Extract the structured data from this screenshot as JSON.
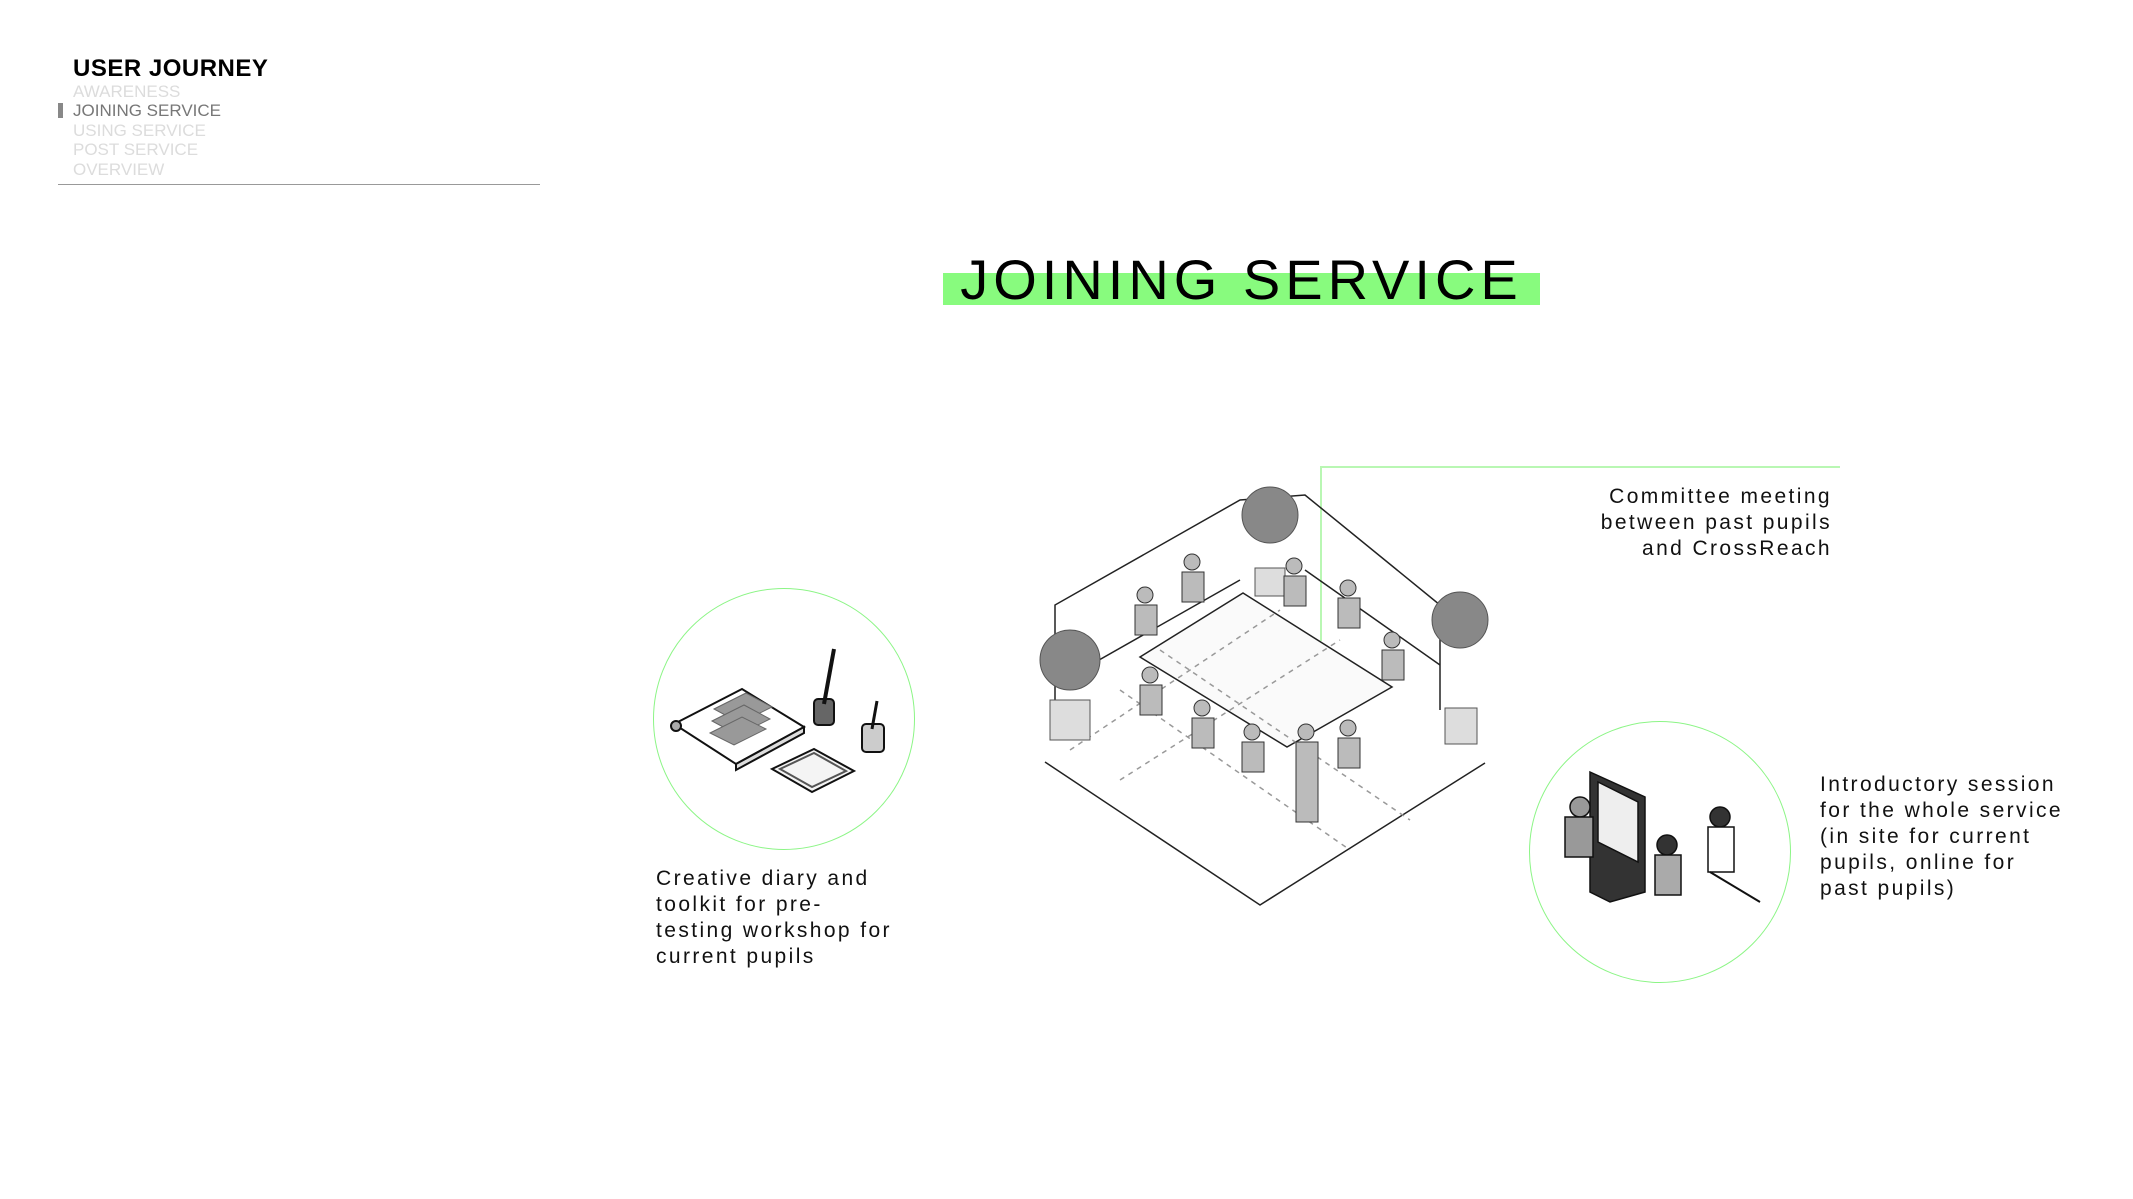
{
  "nav": {
    "title": "USER JOURNEY",
    "items": [
      {
        "label": "AWARENESS",
        "active": false
      },
      {
        "label": "JOINING SERVICE",
        "active": true
      },
      {
        "label": "USING SERVICE",
        "active": false
      },
      {
        "label": "POST SERVICE",
        "active": false
      },
      {
        "label": "OVERVIEW",
        "active": false
      }
    ]
  },
  "page": {
    "title": "JOINING SERVICE",
    "accent_color": "#88fb7e"
  },
  "touchpoints": {
    "toolkit": {
      "caption": "Creative diary and\ntoolkit for pre-\ntesting workshop for\ncurrent pupils"
    },
    "committee": {
      "caption": "Committee meeting\nbetween past pupils\nand CrossReach"
    },
    "intro": {
      "caption": "Introductory session\nfor the whole service\n(in site for current\npupils, online for\npast pupils)"
    }
  }
}
